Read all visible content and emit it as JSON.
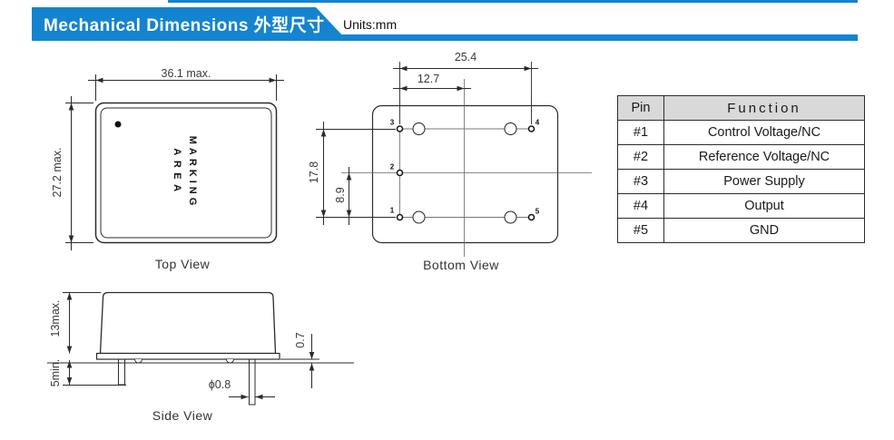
{
  "header": {
    "title": "Mechanical Dimensions 外型尺寸",
    "units_label": "Units:mm"
  },
  "colors": {
    "accent_blue": "#1484d0",
    "table_header_bg": "#d9d9d9",
    "line_color": "#2b2b2b"
  },
  "top_view": {
    "label": "Top View",
    "marking_line1": "MARKING",
    "marking_line2": "AREA",
    "width_dim": "36.1 max.",
    "height_dim": "27.2 max."
  },
  "bottom_view": {
    "label": "Bottom View",
    "pin_span_x": "25.4",
    "half_span_x": "12.7",
    "pin_span_y": "17.8",
    "half_span_y": "8.9",
    "pin_labels": [
      "1",
      "2",
      "3",
      "4",
      "5"
    ]
  },
  "side_view": {
    "label": "Side View",
    "body_height_dim": "13max.",
    "pin_length_dim": "5min.",
    "standoff_dim": "0.7",
    "pin_diameter_dim": "ϕ0.8"
  },
  "pin_table": {
    "headers": {
      "pin": "Pin",
      "function": "Function"
    },
    "rows": [
      {
        "pin": "#1",
        "function": "Control Voltage/NC"
      },
      {
        "pin": "#2",
        "function": "Reference Voltage/NC"
      },
      {
        "pin": "#3",
        "function": "Power Supply"
      },
      {
        "pin": "#4",
        "function": "Output"
      },
      {
        "pin": "#5",
        "function": "GND"
      }
    ]
  }
}
